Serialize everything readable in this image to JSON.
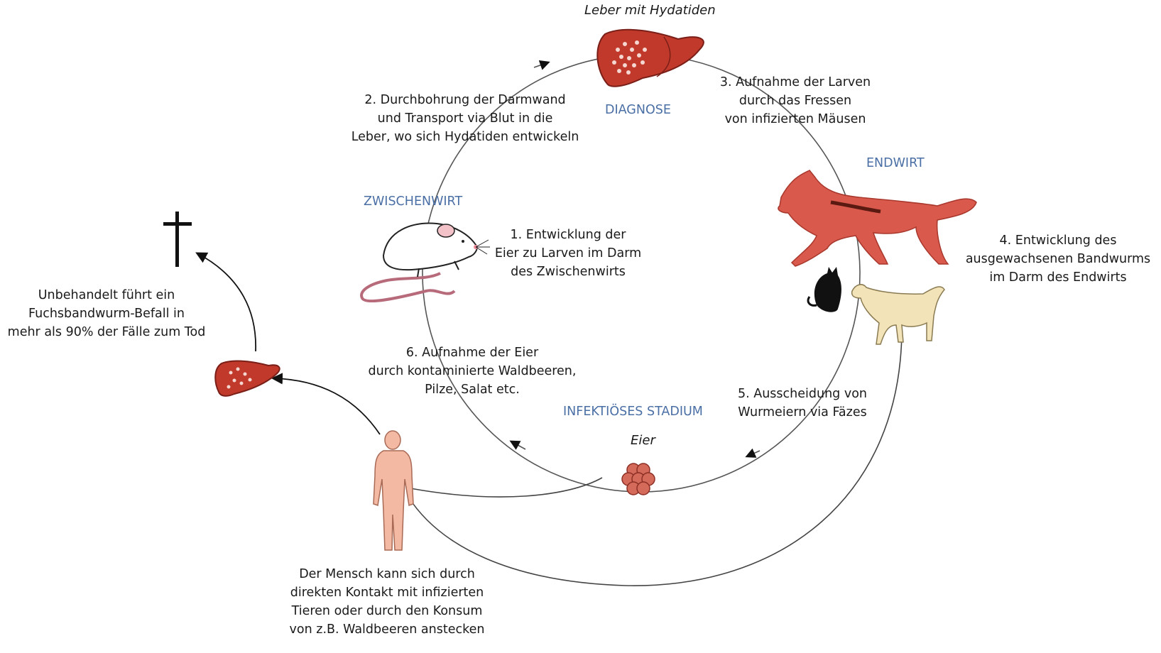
{
  "title_liver": "Leber mit Hydatiden",
  "eggs_label": "Eier",
  "stages": {
    "diagnose": "DIAGNOSE",
    "zwischenwirt": "ZWISCHENWIRT",
    "endwirt": "ENDWIRT",
    "infektioes": "INFEKTIÖSES STADIUM"
  },
  "steps": {
    "s1": [
      "1. Entwicklung der",
      "Eier zu Larven im Darm",
      "des Zwischenwirts"
    ],
    "s2": [
      "2. Durchbohrung der Darmwand",
      "und Transport via Blut in die",
      "Leber, wo sich Hydatiden entwickeln"
    ],
    "s3": [
      "3. Aufnahme der Larven",
      "durch das Fressen",
      "von infizierten Mäusen"
    ],
    "s4": [
      "4. Entwicklung des",
      "ausgewachsenen Bandwurms",
      "im Darm des Endwirts"
    ],
    "s5": [
      "5. Ausscheidung von",
      "Wurmeiern via Fäzes"
    ],
    "s6": [
      "6. Aufnahme der Eier",
      "durch kontaminierte Waldbeeren,",
      "Pilze, Salat etc."
    ]
  },
  "death_note": [
    "Unbehandelt führt ein",
    "Fuchsbandwurm-Befall in",
    "mehr als 90% der Fälle zum Tod"
  ],
  "human_note": [
    "Der Mensch kann sich durch",
    "direkten Kontakt mit infizierten",
    "Tieren oder durch den Konsum",
    "von z.B. Waldbeeren anstecken"
  ],
  "colors": {
    "liver": "#c0392b",
    "fox": "#d9594c",
    "human": "#f3b9a3",
    "label_blue": "#4a6fa5",
    "line": "#444444"
  }
}
